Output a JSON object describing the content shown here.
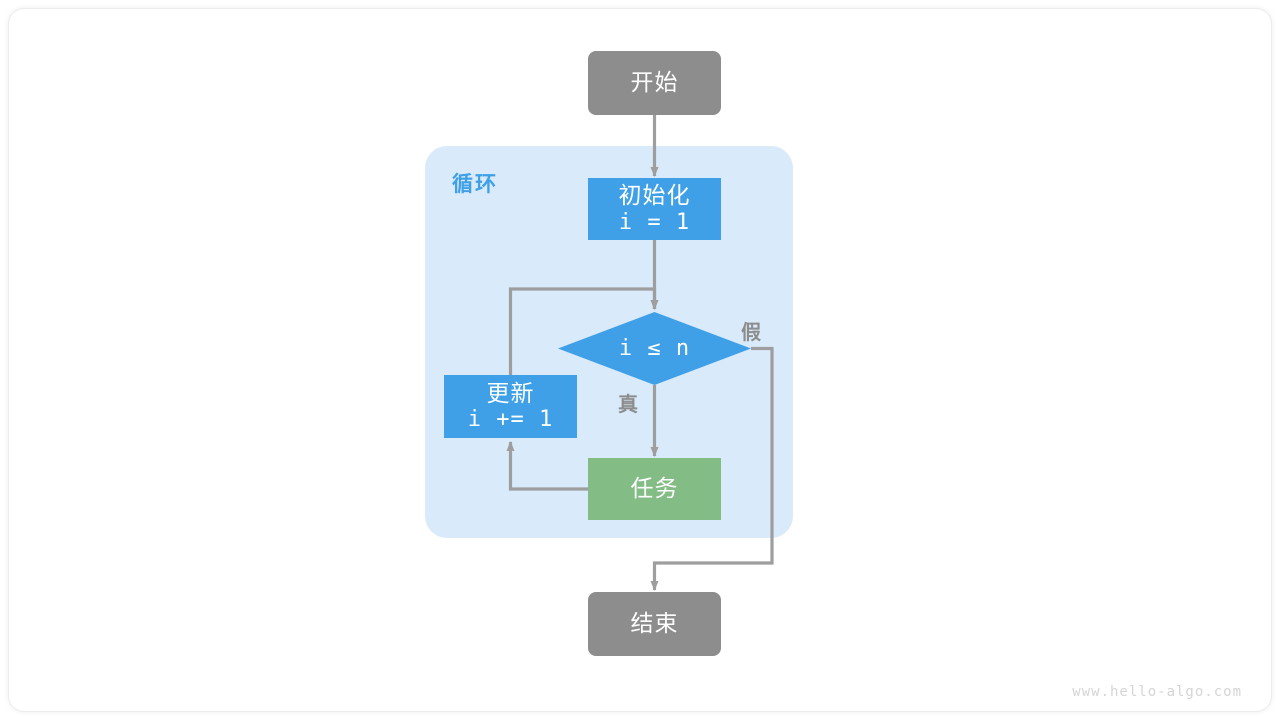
{
  "diagram": {
    "title": "for-loop-flowchart",
    "colors": {
      "terminal": "#8d8d8d",
      "process": "#3fa0e8",
      "task": "#83bd85",
      "loop_container": "#d9eafb",
      "edge": "#9e9e9e",
      "loop_label": "#3fa0e8",
      "edge_label": "#8d8d8d",
      "watermark": "#d5d5d5",
      "page_background": "#ffffff"
    },
    "loop_container": {
      "label": "循环"
    },
    "nodes": {
      "start": {
        "label": "开始",
        "shape": "terminal"
      },
      "init": {
        "line1": "初始化",
        "line2": "i = 1",
        "shape": "process"
      },
      "decision": {
        "label": "i ≤ n",
        "shape": "diamond"
      },
      "update": {
        "line1": "更新",
        "line2": "i += 1",
        "shape": "process"
      },
      "task": {
        "label": "任务",
        "shape": "process"
      },
      "end": {
        "label": "结束",
        "shape": "terminal"
      }
    },
    "edge_labels": {
      "true": "真",
      "false": "假"
    },
    "watermark": "www.hello-algo.com"
  }
}
